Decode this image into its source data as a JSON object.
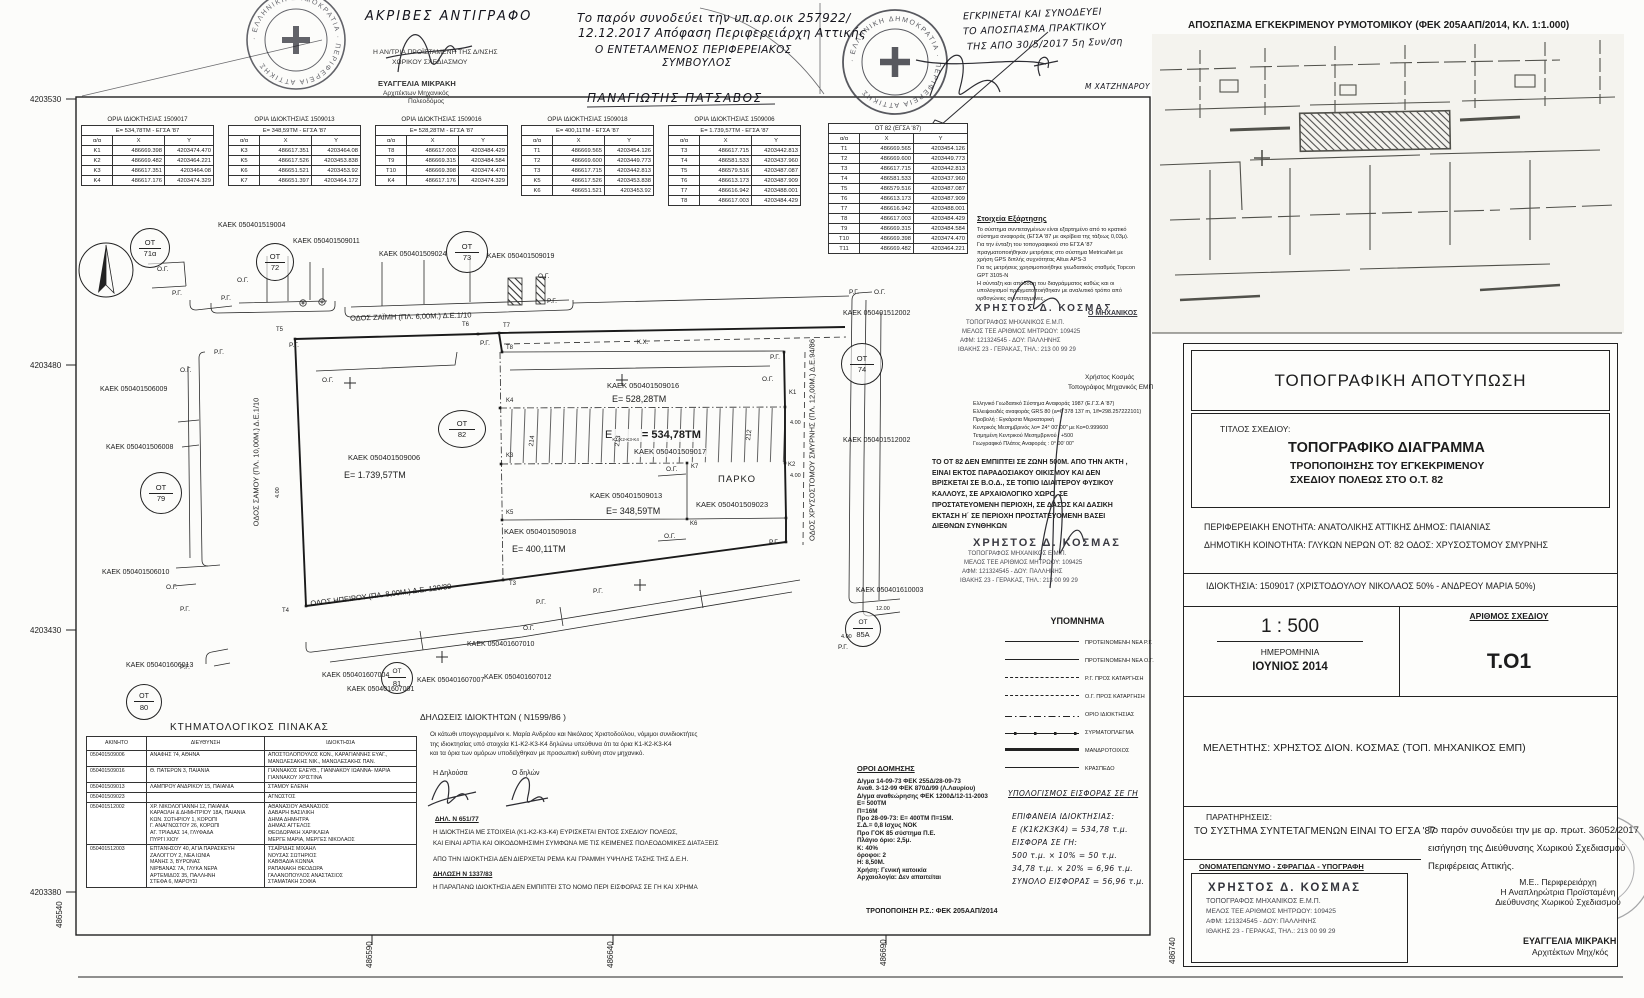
{
  "stamps": {
    "ring": "· ΕΛΛΗΝΙΚΗ ΔΗΜΟΚΡΑΤΙΑ · ΠΕΡΙΦΕΡΕΙΑ ΑΤΤΙΚΗΣ"
  },
  "top_notes": {
    "certified": "ΑΚΡΙΒΕΣ ΑΝΤΙΓΡΑΦΟ",
    "left_stamp_l1": "Η ΑΝ/ΤΡΙΑ ΠΡΟΪΣΤΑΜΕΝΗ ΤΗΣ Δ/ΝΣΗΣ",
    "left_stamp_l2": "ΧΩΡΙΚΟΥ ΣΧΕΔΙΑΣΜΟΥ",
    "left_stamp_name": "ΕΥΑΓΓΕΛΙΑ ΜΙΚΡΑΚΗ",
    "left_stamp_role1": "Αρχιτέκτων Μηχανικός",
    "left_stamp_role2": "Πολεοδόμος",
    "note_l1": "Το παρόν συνοδεύει την υπ.αρ.οικ 257922/",
    "note_l2": "12.12.2017 Απόφαση Περιφερειάρχη Αττικής",
    "council_l1": "Ο ΕΝΤΕΤΑΛΜΕΝΟΣ ΠΕΡΙΦΕΡΕΙΑΚΟΣ",
    "council_l2": "ΣΥΜΒΟΥΛΟΣ",
    "council_name": "ΠΑΝΑΓΙΩΤΗΣ ΠΑΤΣΑΒΟΣ",
    "approve_l1": "ΕΓΚΡΙΝΕΤΑΙ ΚΑΙ ΣΥΝΟΔΕΥΕΙ",
    "approve_l2": "ΤΟ ΑΠΟΣΠΑΣΜΑ ΠΡΑΚΤΙΚΟΥ",
    "approve_l3": "ΤΗΣ ΑΠΟ 30/5/2017 5η Συν/ση",
    "sig_name": "Μ ΧΑΤΖΗΝΑΡΟΥ"
  },
  "margins": {
    "northing": [
      "4203530",
      "4203480",
      "4203430",
      "4203380"
    ],
    "easting": [
      "486540",
      "486590",
      "486640",
      "486690",
      "486740"
    ]
  },
  "coord_headers": [
    "α/α",
    "Χ",
    "Υ"
  ],
  "coord_tables": [
    {
      "title": "ΟΡΙΑ ΙΔΙΟΚΤΗΣΙΑΣ 1509017",
      "area": "Ε= 534,78ΤΜ - ΕΓΣΑ '87",
      "rows": [
        [
          "Κ1",
          "486669.398",
          "4203474.470"
        ],
        [
          "Κ2",
          "486669.482",
          "4203464.221"
        ],
        [
          "Κ3",
          "486617.351",
          "4203464.08"
        ],
        [
          "Κ4",
          "486617.176",
          "4203474.329"
        ]
      ]
    },
    {
      "title": "ΟΡΙΑ ΙΔΙΟΚΤΗΣΙΑΣ 1509013",
      "area": "Ε= 348,59ΤΜ - ΕΓΣΑ '87",
      "rows": [
        [
          "Κ3",
          "486617.351",
          "4203464.08"
        ],
        [
          "Κ5",
          "486617.526",
          "4203453.838"
        ],
        [
          "Κ6",
          "486651.521",
          "4203453.92"
        ],
        [
          "Κ7",
          "486651.397",
          "4203464.172"
        ]
      ]
    },
    {
      "title": "ΟΡΙΑ ΙΔΙΟΚΤΗΣΙΑΣ 1509016",
      "area": "Ε= 528,28ΤΜ - ΕΓΣΑ '87",
      "rows": [
        [
          "Τ8",
          "486617.003",
          "4203484.429"
        ],
        [
          "Τ9",
          "486669.315",
          "4203484.584"
        ],
        [
          "Τ10",
          "486669.398",
          "4203474.470"
        ],
        [
          "Κ4",
          "486617.176",
          "4203474.329"
        ]
      ]
    },
    {
      "title": "ΟΡΙΑ ΙΔΙΟΚΤΗΣΙΑΣ 1509018",
      "area": "Ε= 400,11ΤΜ - ΕΓΣΑ '87",
      "rows": [
        [
          "Τ1",
          "486669.565",
          "4203454.126"
        ],
        [
          "Τ2",
          "486669.600",
          "4203449.773"
        ],
        [
          "Τ3",
          "486617.715",
          "4203442.813"
        ],
        [
          "Κ5",
          "486617.526",
          "4203453.838"
        ],
        [
          "Κ6",
          "486651.521",
          "4203453.92"
        ]
      ]
    },
    {
      "title": "ΟΡΙΑ ΙΔΙΟΚΤΗΣΙΑΣ 1509006",
      "area": "Ε= 1.739,57ΤΜ - ΕΓΣΑ '87",
      "rows": [
        [
          "Τ3",
          "486617.715",
          "4203442.813"
        ],
        [
          "Τ4",
          "486581.533",
          "4203437.960"
        ],
        [
          "Τ5",
          "486579.516",
          "4203487.087"
        ],
        [
          "Τ6",
          "486613.173",
          "4203487.909"
        ],
        [
          "Τ7",
          "486616.942",
          "4203488.001"
        ],
        [
          "Τ8",
          "486617.003",
          "4203484.429"
        ]
      ]
    },
    {
      "title": "ΟΤ 82 (ΕΓΣΑ '87)",
      "area": "",
      "rows": [
        [
          "Τ1",
          "486669.565",
          "4203454.126"
        ],
        [
          "Τ2",
          "486669.600",
          "4203449.773"
        ],
        [
          "Τ3",
          "486617.715",
          "4203442.813"
        ],
        [
          "Τ4",
          "486581.533",
          "4203437.960"
        ],
        [
          "Τ5",
          "486579.516",
          "4203487.087"
        ],
        [
          "Τ6",
          "486613.173",
          "4203487.909"
        ],
        [
          "Τ7",
          "486616.942",
          "4203488.001"
        ],
        [
          "Τ8",
          "486617.003",
          "4203484.429"
        ],
        [
          "Τ9",
          "486669.315",
          "4203484.584"
        ],
        [
          "Τ10",
          "486669.398",
          "4203474.470"
        ],
        [
          "Τ11",
          "486669.482",
          "4203464.221"
        ]
      ]
    }
  ],
  "plan": {
    "ot_label": "ΟΤ",
    "ot": {
      "b71a": "71α",
      "b72": "72",
      "b73": "73",
      "b74": "74",
      "b79": "79",
      "b80": "80",
      "b81": "81",
      "b82": "82",
      "b85a": "85Α"
    },
    "streets": {
      "zaimi": "ΟΔΟΣ ΖΑΪΜΗ (ΠΛ. 6,00Μ.) Δ.Ε.1/10",
      "samou": "ΟΔΟΣ ΣΑΜΟΥ (ΠΛ. 10,00Μ.) Δ.Ε.1/10",
      "smyrnis": "ΟΔΟΣ ΧΡΥΣΟΣΤΟΜΟΥ ΣΜΥΡΝΗΣ (ΠΛ. 12,00Μ.) Δ.Ε.94/86",
      "ipeirou": "ΟΔΟΣ ΗΠΕΙΡΟΥ (ΠΛ. 8,00Μ.) Δ.Ε. 120/89"
    },
    "kaek": {
      "k519004": "ΚΑΕΚ 050401519004",
      "k509011": "ΚΑΕΚ 050401509011",
      "k509024": "ΚΑΕΚ 050401509024",
      "k509019": "ΚΑΕΚ 050401509019",
      "k506009": "ΚΑΕΚ 050401506009",
      "k506008": "ΚΑΕΚ 050401506008",
      "k506010": "ΚΑΕΚ 050401506010",
      "k606013": "ΚΑΕΚ 050401606013",
      "k607001": "ΚΑΕΚ 050401607001",
      "k607004": "ΚΑΕΚ 050401607004",
      "k607007": "ΚΑΕΚ 050401607007",
      "k607010": "ΚΑΕΚ 050401607010",
      "k607012": "ΚΑΕΚ 050401607012",
      "k610003": "ΚΑΕΚ 050401610003",
      "k512002a": "ΚΑΕΚ 050401512002",
      "k512002b": "ΚΑΕΚ 050401512002",
      "k509006": "ΚΑΕΚ 050401509006",
      "k509016": "ΚΑΕΚ 050401509016",
      "k509013": "ΚΑΕΚ 050401509013",
      "k509018": "ΚΑΕΚ 050401509018",
      "k509023": "ΚΑΕΚ 050401509023",
      "k509017": "ΚΑΕΚ 050401509017"
    },
    "areas": {
      "a509006": "Ε= 1.739,57ΤΜ",
      "a509016": "Ε= 528,28ΤΜ",
      "a509013": "Ε= 348,59ΤΜ",
      "a509018": "Ε= 400,11ΤΜ",
      "a509017_e": "Ε",
      "a509017_sub": "Κ1-Κ2-Κ3-Κ4",
      "a509017_val": "= 534,78ΤΜ"
    },
    "parko": "ΠΑΡΚΟ",
    "kx": "Κ.Χ.",
    "rg": "Ρ.Γ.",
    "og": "Ο.Γ.",
    "points": {
      "t3": "Τ3",
      "t4": "Τ4",
      "t5": "Τ5",
      "t6": "Τ6",
      "t7": "Τ7",
      "t8": "Τ8",
      "k1": "Κ1",
      "k2": "Κ2",
      "k3": "Κ3",
      "k4": "Κ4",
      "k5": "Κ5",
      "k6": "Κ6",
      "k7": "Κ7"
    },
    "dims": {
      "d4": "4.00",
      "d12": "12.00"
    },
    "contours": [
      "214",
      "213",
      "212"
    ]
  },
  "dependency_note": {
    "title": "Στοιχεία Εξάρτησης",
    "lines": [
      "Το σύστημα συντεταγμένων είναι εξαρτημένο από το κρατικό",
      "σύστημα αναφοράς (ΕΓΣΑ '87 με ακρίβεια της τάξεως 0,03μ).",
      "Για την ένταξη του τοπογραφικού στο ΕΓΣΑ '87",
      "πραγματοποιήθηκαν μετρήσεις στο σύστημα MetricaNet με",
      "χρήση GPS διπλής συχνότητας Altus APS-3",
      "Για τις μετρήσεις χρησιμοποιήθηκε γεωδαιτικός σταθμός Topcon",
      "GPT 3105-N",
      "Η σύνταξη και απόδοση του διαγράμματος καθώς και οι",
      "υπολογισμοί πραγματοποιήθηκαν με αναλυτικό τρόπο από",
      "ορθογώνιες συντεταγμένες."
    ]
  },
  "geo_ref": {
    "lines": [
      "Ελληνικό Γεωδαιτικό Σύστημα Αναφοράς 1987 (Ε.Γ.Σ.Α '87)",
      "Ελλειψοειδές αναφοράς GRS 80 (a=6 378 137 m, 1/f=298.257222101)",
      "Προβολή : Εγκάρσια Μερκατορική",
      "Κεντρικός Μεσημβρινός λο= 24° 00' 00\" με Κο=0.999600",
      "Τετμημένη Κεντρικού Μεσημβρινού : +500",
      "Γεωγραφικό Πλάτος Αναφοράς : 0° 00' 00\""
    ]
  },
  "zone_note": {
    "lines": [
      "ΤΟ ΟΤ 82 ΔΕΝ ΕΜΠΙΠΤΕΙ ΣΕ ΖΩΝΗ 500Μ. ΑΠΟ ΤΗΝ ΑΚΤΗ ,",
      "ΕΙΝΑΙ ΕΚΤΟΣ ΠΑΡΑΔΟΣΙΑΚΟΥ ΟΙΚΙΣΜΟΥ  ΚΑΙ ΔΕΝ",
      "ΒΡΙΣΚΕΤΑΙ ΣΕ Β.Ο.Δ., ΣΕ ΤΟΠΙΟ ΙΔΙΑΙΤΕΡΟΥ ΦΥΣΙΚΟΥ",
      "ΚΑΛΛΟΥΣ, ΣΕ ΑΡΧΑΙΟΛΟΓΙΚΟ ΧΩΡΟ, ΣΕ",
      "ΠΡΟΣΤΑΤΕΥΟΜΕΝΗ ΠΕΡΙΟΧΗ, ΣΕ ΔΑΣΟΣ ΚΑΙ ΔΑΣΙΚΗ",
      "ΕΚΤΑΣΗ Η΄ ΣΕ ΠΕΡΙΟΧΗ ΠΡΟΣΤΑΤΕΥΟΜΕΝΗ  ΒΑΣΕΙ",
      "ΔΙΕΘΝΩΝ ΣΥΝΘΗΚΩΝ"
    ]
  },
  "stamp_engineer": {
    "name": "ΧΡΗΣΤΟΣ Δ. ΚΟΣΜΑΣ",
    "role": "Ο ΜΗΧΑΝΙΚΟΣ",
    "line1": "ΤΟΠΟΓΡΑΦΟΣ ΜΗΧΑΝΙΚΟΣ Ε.Μ.Π.",
    "line2": "ΜΕΛΟΣ ΤΕΕ ΑΡΙΘΜΟΣ ΜΗΤΡΩΟΥ: 109425",
    "line3": "ΑΦΜ: 121324545 - ΔΟΥ: ΠΑΛΛΗΝΗΣ",
    "line4": "ΙΘΑΚΗΣ 23 - ΓΕΡΑΚΑΣ, ΤΗΛ.: 213 00 99 29",
    "typed_name": "Χρήστος Κοσμάς",
    "typed_role": "Τοπογράφος Μηχανικός ΕΜΠ"
  },
  "legend": {
    "title": "ΥΠΟΜΝΗΜΑ",
    "items": [
      {
        "label": "ΠΡΟΤΕΙΝΟΜΕΝΗ ΝΕΑ Ρ.Γ.",
        "style": "solid"
      },
      {
        "label": "ΠΡΟΤΕΙΝΟΜΕΝΗ ΝΕΑ Ο.Γ.",
        "style": "solid"
      },
      {
        "label": "Ρ.Γ. ΠΡΟΣ ΚΑΤΑΡΓΗΣΗ",
        "style": "dashed"
      },
      {
        "label": "Ο.Γ. ΠΡΟΣ ΚΑΤΑΡΓΗΣΗ",
        "style": "dashed"
      },
      {
        "label": "ΟΡΙΟ ΙΔΙΟΚΤΗΣΙΑΣ",
        "style": "dashdot"
      },
      {
        "label": "ΣΥΡΜΑΤΟΠΛΕΓΜΑ",
        "style": "wire"
      },
      {
        "label": "ΜΑΝΔΡΟΤΟΙΧΟΣ",
        "style": "wall"
      },
      {
        "label": "ΚΡΑΣΠΕΔΟ",
        "style": "curb"
      }
    ]
  },
  "cadastral": {
    "title": "ΚΤΗΜΑΤΟΛΟΓΙΚΟΣ ΠΙΝΑΚΑΣ",
    "headers": [
      "ΑΚΙΝΗΤΟ",
      "ΔΙΕΥΘΥΝΣΗ",
      "ΙΔΙΟΚΤΗΣΙΑ"
    ],
    "rows": [
      {
        "id": "050401509006",
        "addr": "ΑΝΑΦΗΣ 74, ΑΘΗΝΑ",
        "owner": "ΑΠΟΣΤΟΛΟΠΟΥΛΟΣ ΚΩΝ., ΚΑΡΑΓΙΑΝΝΗΣ ΕΥΑΓ.,\nΜΑΝΩΛΕΣΑΚΗΣ ΝΙΚ., ΜΑΝΩΛΕΣΑΚΗΣ ΠΑΝ."
      },
      {
        "id": "050401509016",
        "addr": "Θ. ΠΑΤΕΡΩΝ 3, ΠΑΙΑΝΙΑ",
        "owner": "ΓΙΑΝΝΑΚΟΣ ΕΛΕΥΘ., ΓΙΑΝΝΑΚΟΥ ΙΩΑΝΝΑ- ΜΑΡΙΑ\nΓΙΑΝΝΑΚΟΥ ΧΡΙΣΤΙΝΑ"
      },
      {
        "id": "050401509013",
        "addr": "ΛΑΜΠΡΟΥ ΑΝΔΡΙΚΟΥ 15, ΠΑΙΑΝΙΑ",
        "owner": "ΣΤΑΜΟΥ ΕΛΕΝΗ"
      },
      {
        "id": "050401509023",
        "addr": "",
        "owner": "ΑΓΝΩΣΤΟΣ"
      },
      {
        "id": "050401512002",
        "addr": "ΧΡ. ΝΙΚΟΛΟΓΙΑΝΝΗ 12, ΠΑΙΑΝΙΑ\nΚΑΡΑΟΛΗ & ΔΗΜΗΤΡΙΟΥ 18Α, ΠΑΙΑΝΙΑ\nΚΩΝ. ΣΩΤΗΡΙΟΥ 1, ΚΟΡΩΠΙ\nΓ. ΑΝΑΓΝΩΣΤΟΥ 26, ΚΟΡΩΠΙ\nΑΓ. ΤΡΙΑΔΑΣ 14, ΓΛΥΦΑΔΑ\nΠΥΡΓΙ ΧΙΟΥ",
        "owner": "ΑΘΑΝΑΣΙΟΥ ΑΘΑΝΑΣΙΟΣ\nΔΑΒΑΡΗ ΒΑΣΙΛΙΚΗ\nΔΗΜΑ ΔΗΜΗΤΡΑ\nΔΗΜΑΣ ΑΓΓΕΛΟΣ\nΘΕΟΔΩΡΑΚΗ ΧΑΡΙΚΛΕΙΑ\nΜΕΡΓΕ ΜΑΡΙΑ, ΜΕΡΓΕΣ ΝΙΚΟΛΑΟΣ"
      },
      {
        "id": "050401512003",
        "addr": "ΕΠΤΑΝΗΣΟΥ 40, ΑΓΙΑ ΠΑΡΑΣΚΕΥΗ\nΖΑΛΟΓΓΟΥ 2, ΝΕΑ ΙΩΝΙΑ\nΜΑΝΗΣ 3, ΒΥΡΩΝΑΣ\nΝΙΡΒΑΝΑΣ 7Α, ΓΛΥΚΑ ΝΕΡΑ\nΑΡΤΕΜΙΔΟΣ 35, ΠΑΛΛΗΝΗ\nΣΤΕΦΑ 6, ΜΑΡΟΥΣΙ",
        "owner": "ΤΣΑΪΡΙΔΗΣ ΜΙΧΑΗΛ\nΝΟΥΣΑΣ ΣΩΤΗΡΙΟΣ\nΚΑΒΘΑΔΙΑ ΚΩΝΝΑ\nΡΑΠΑΝΑΚΗ ΘΕΟΔΩΡΑ\nΓΑΛΑΝΟΠΟΥΛΟΣ ΑΝΑΣΤΑΣΙΟΣ\nΣΤΑΜΑΤΑΚΗ ΣΟΦΙΑ"
      }
    ]
  },
  "declarations": {
    "title": "ΔΗΛΩΣΕΙΣ  ΙΔΙΟΚΤΗΤΩΝ  ( N1599/86 )",
    "body": [
      "Οι κάτωθι υπογεγραμμένοι κ. Μαρία Ανδρέου και Νικόλαος Χριστοδούλου, νόμιμοι συνιδιοκτήτες",
      "της ιδιοκτησίας υπό στοιχεία Κ1-Κ2-Κ3-Κ4  δηλώνω υπεύθυνα ότι τα όρια Κ1-Κ2-Κ3-Κ4",
      "και τα όρια των ομόρων υποδείχθηκαν με προσωπική ευθύνη στον μηχανικό."
    ],
    "declarer_f": "Η Δηλούσα",
    "declarer_m": "Ο δηλών",
    "d651_title": "ΔΗΛ. Ν 651/77",
    "d651_lines": [
      "Η ΙΔΙΟΚΤΗΣΙΑ ΜΕ ΣΤΟΙΧΕΙΑ (Κ1-Κ2-Κ3-Κ4) ΕΥΡΙΣΚΕΤΑΙ ΕΝΤΟΣ ΣΧΕΔΙΟΥ ΠΟΛΕΩΣ,",
      "ΚΑΙ ΕΙΝΑΙ ΑΡΤΙΑ ΚΑΙ ΟΙΚΟΔΟΜΗΣΙΜΗ  ΣΥΜΦΩΝΑ ΜΕ ΤΙΣ ΚΕΙΜΕΝΕΣ  ΠΟΛΕΟΔΟΜΙΚΕΣ ΔΙΑΤΑΞΕΙΣ"
    ],
    "extra_line": "ΑΠΟ ΤΗΝ ΙΔΙΟΚΤΗΣΙΑ ΔΕΝ ΔΙΕΡΧΕΤΑΙ ΡΕΜΑ ΚΑΙ ΓΡΑΜΜΗ ΥΨΗΛΗΣ ΤΑΣΗΣ ΤΗΣ Δ.Ε.Η.",
    "d1337_title": "ΔΗΛΩΣΗ  Ν 1337/83",
    "d1337_line": "Η ΠΑΡΑΠΑΝΩ ΙΔΙΟΚΤΗΣΙΑ ΔΕΝ ΕΜΠΙΠΤΕΙ ΣΤΟ ΝΟΜΟ ΠΕΡΙ ΕΙΣΦΟΡΑΣ ΣΕ ΓΗ ΚΑΙ ΧΡΗΜΑ"
  },
  "building_terms": {
    "title": "ΟΡΟΙ ΔΟΜΗΣΗΣ",
    "lines": [
      "Δ/γμα 14-09-73 ΦΕΚ 255Δ/28-09-73",
      "Αναθ. 3-12-99 ΦΕΚ 870Δ/99 (Λ.Λαυρίου)",
      "Δ/γμα αναθεώρησης ΦΕΚ 1200Δ/12-11-2003",
      "Ε= 500ΤΜ",
      "Π=16Μ",
      "Προ 28-09-73: Ε= 400ΤΜ Π=15Μ.",
      "Σ.Δ.= 0,8  Ισχυς ΝΟΚ",
      "Προ ΓΟΚ 85 σύστημα Π.Ε.",
      "Πλάγιο όριο: 2,5μ.",
      "Κ: 40%",
      "όροφοι: 2",
      "Η: 8,50Μ.",
      "Χρήση: Γενική κατοικία",
      "Αρχαιολογία: Δεν απαιτείται"
    ],
    "modification": "ΤΡΟΠΟΠΟΙΗΣΗ Ρ.Σ.: ΦΕΚ 205ΑΑΠ/2014"
  },
  "contribution": {
    "title": "ΥΠΟΛΟΓΙΣΜΟΣ ΕΙΣΦΟΡΑΣ ΣΕ ΓΗ",
    "lines": [
      "ΕΠΙΦΑΝΕΙΑ ΙΔΙΟΚΤΗΣΙΑΣ:",
      "Ε (Κ1Κ2Κ3Κ4) = 534,78 τ.μ.",
      "ΕΙΣΦΟΡΑ ΣΕ ΓΗ:",
      "500 τ.μ. × 10% = 50 τ.μ.",
      "34,78 τ.μ. × 20% = 6,96 τ.μ.",
      "ΣΥΝΟΛΟ ΕΙΣΦΟΡΑΣ = 56,96 τ.μ."
    ]
  },
  "map_extract": {
    "header": "ΑΠΟΣΠΑΣΜΑ ΕΓΚΕΚΡΙΜΕΝΟΥ ΡΥΜΟΤΟΜΙΚΟΥ (ΦΕΚ 205ΑΑΠ/2014, ΚΛ. 1:1.000)"
  },
  "title_block": {
    "main_title": "ΤΟΠΟΓΡΑΦΙΚΗ ΑΠΟΤΥΠΩΣΗ",
    "title_label": "ΤΙΤΛΟΣ ΣΧΕΔΙΟΥ:",
    "line1": "ΤΟΠΟΓΡΑΦΙΚΟ ΔΙΑΓΡΑΜΜΑ",
    "line2": "ΤΡΟΠΟΠΟΙΗΣΗΣ ΤΟΥ ΕΓΚΕΚΡΙΜΕΝΟΥ",
    "line3": "ΣΧΕΔΙΟΥ ΠΟΛΕΩΣ ΣΤΟ Ο.Τ. 82",
    "region_line": "ΠΕΡΙΦΕΡΕΙΑΚΗ ΕΝΟΤΗΤΑ: ΑΝΑΤΟΛΙΚΗΣ ΑΤΤΙΚΗΣ      ΔΗΜΟΣ: ΠΑΙΑΝΙΑΣ",
    "community_line": "ΔΗΜΟΤΙΚΗ ΚΟΙΝΟΤΗΤΑ: ΓΛΥΚΩΝ ΝΕΡΩΝ     ΟΤ: 82   ΟΔΟΣ:  ΧΡΥΣΟΣΤΟΜΟΥ ΣΜΥΡΝΗΣ",
    "ownership": "ΙΔΙΟΚΤΗΣΙΑ:  1509017 (ΧΡΙΣΤΟΔΟΥΛΟΥ ΝΙΚΟΛΑΟΣ 50%  - ΑΝΔΡΕΟΥ ΜΑΡΙΑ 50%)",
    "scale": "1 : 500",
    "date_label": "ΗΜΕΡΟΜΗΝΙΑ",
    "date": "ΙΟΥΝΙΟΣ 2014",
    "number_label": "ΑΡΙΘΜΟΣ ΣΧΕΔΙΟΥ",
    "number": "Τ.Ο1",
    "designer": "ΜΕΛΕΤΗΤΗΣ:  ΧΡΗΣΤΟΣ ΔΙΟΝ. ΚΟΣΜΑΣ  (ΤΟΠ. ΜΗΧΑΝΙΚΟΣ ΕΜΠ)",
    "notes_label": "ΠΑΡΑΤΗΡΗΣΕΙΣ:",
    "notes": "ΤΟ ΣΥΣΤΗΜΑ ΣΥΝΤΕΤΑΓΜΕΝΩΝ ΕΙΝΑΙ ΤΟ ΕΓΣΑ '87",
    "sign_header": "ΟΝΟΜΑΤΕΠΩΝΥΜΟ - ΣΦΡΑΓΙΔΑ - ΥΠΟΓΡΑΦΗ"
  },
  "approval_margin": {
    "line1": "Το παρόν συνοδεύει την με αρ. πρωτ. 36052/2017",
    "line2": "εισήγηση της Διεύθυνσης Χωρικού Σχεδιασμού",
    "line3": "Περιφέρειας Αττικής.",
    "role1": "Μ.Ε.. Περιφερειάρχη",
    "role2": "Η Αναπληρώτρια Προϊσταμένη",
    "role3": "Διεύθυνσης Χωρικού Σχεδιασμού",
    "name": "ΕΥΑΓΓΕΛΙΑ ΜΙΚΡΑΚΗ",
    "title": "Αρχιτέκτων Μηχ/κός"
  }
}
